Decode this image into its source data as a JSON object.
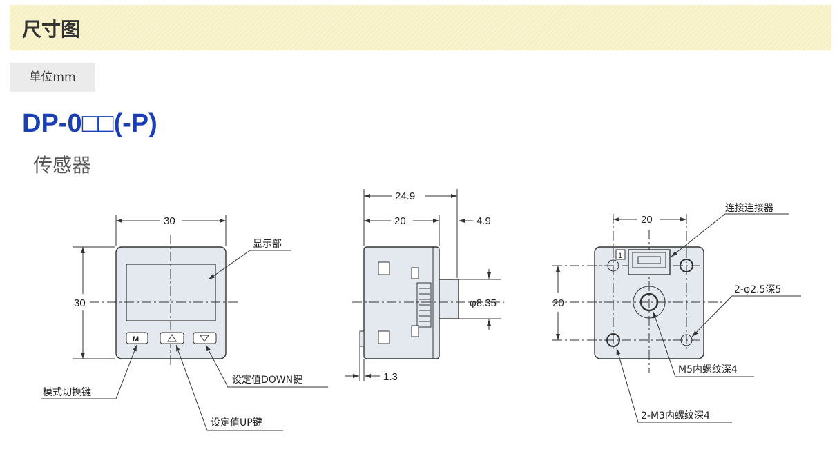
{
  "section_title": "尺寸图",
  "unit_label": "单位mm",
  "model": "DP-0□□(-P)",
  "subtitle": "传感器",
  "front_view": {
    "dim_width": "30",
    "dim_height": "30",
    "display_label": "显示部",
    "mode_key_label": "模式切换键",
    "up_key_label": "设定值UP键",
    "down_key_label": "设定值DOWN键",
    "button_m": "M"
  },
  "side_view": {
    "dim_total": "24.9",
    "dim_body": "20",
    "dim_protrusion": "4.9",
    "dim_diameter": "φ8.35",
    "dim_offset": "1.3"
  },
  "rear_view": {
    "dim_horizontal": "20",
    "dim_vertical": "20",
    "connector_label": "连接连接器",
    "hole_label": "2-φ2.5深5",
    "m5_label": "M5内螺纹深4",
    "m3_label": "2-M3内螺纹深4",
    "pin_mark": "1"
  }
}
